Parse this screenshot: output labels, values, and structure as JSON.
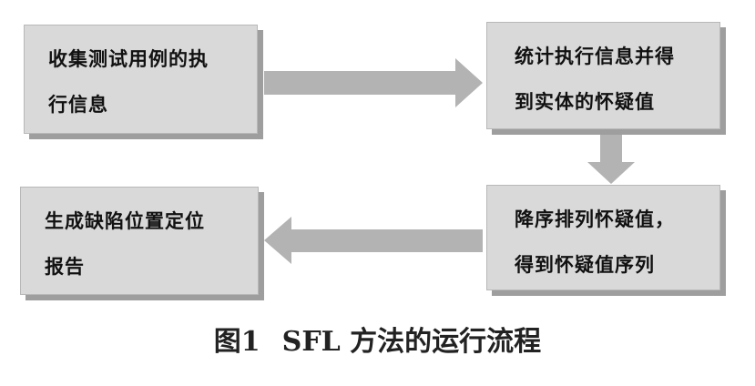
{
  "boxes": {
    "collect": {
      "line1": "收集测试用例的执",
      "line2": "行信息"
    },
    "compute": {
      "line1": "统计执行信息并得",
      "line2": "到实体的怀疑值"
    },
    "sort": {
      "line1": "降序排列怀疑值，",
      "line2": "得到怀疑值序列"
    },
    "report": {
      "line1": "生成缺陷位置定位",
      "line2": "报告"
    }
  },
  "caption": {
    "number": "图1",
    "text": "SFL 方法的运行流程"
  },
  "colors": {
    "box": "#d9d9d9",
    "shadow": "#9e9e9e",
    "arrow": "#b3b3b3"
  }
}
